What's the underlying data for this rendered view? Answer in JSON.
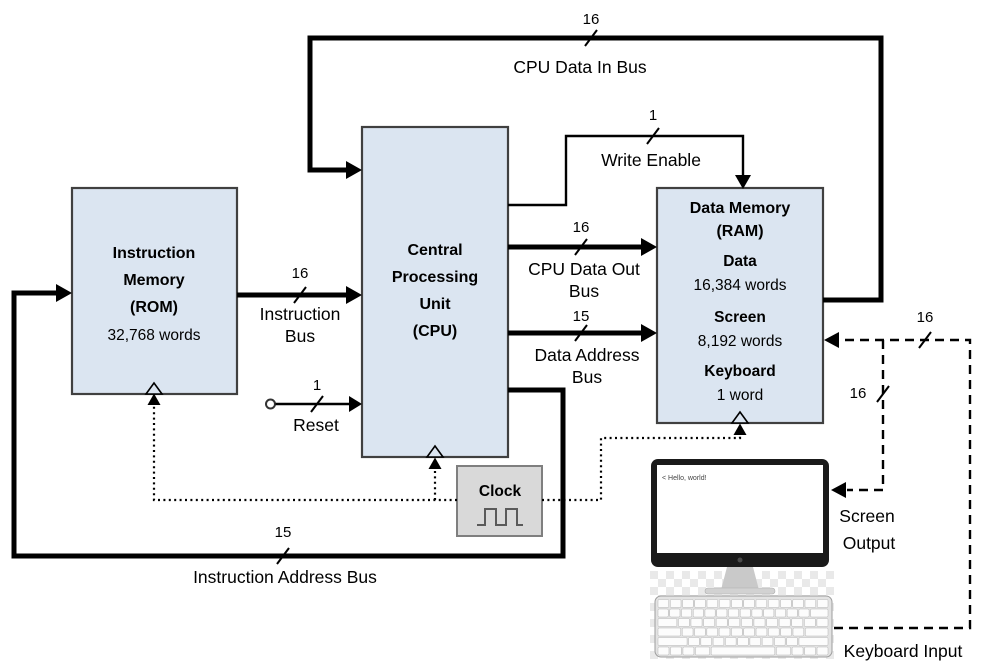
{
  "boxes": {
    "rom": {
      "line1": "Instruction",
      "line2": "Memory",
      "line3": "(ROM)",
      "capacity": "32,768 words"
    },
    "cpu": {
      "line1": "Central",
      "line2": "Processing",
      "line3": "Unit",
      "line4": "(CPU)"
    },
    "ram": {
      "title1": "Data Memory",
      "title2": "(RAM)",
      "data_label": "Data",
      "data_capacity": "16,384 words",
      "screen_label": "Screen",
      "screen_capacity": "8,192 words",
      "keyboard_label": "Keyboard",
      "keyboard_capacity": "1 word"
    },
    "clock": {
      "label": "Clock"
    }
  },
  "buses": {
    "cpu_data_in": {
      "bits": "16",
      "label": "CPU Data In Bus"
    },
    "write_enable": {
      "bits": "1",
      "label": "Write Enable"
    },
    "cpu_data_out": {
      "bits": "16",
      "label1": "CPU Data Out",
      "label2": "Bus"
    },
    "data_address": {
      "bits": "15",
      "label1": "Data Address",
      "label2": "Bus"
    },
    "instruction": {
      "bits": "16",
      "label1": "Instruction",
      "label2": "Bus"
    },
    "reset": {
      "bits": "1",
      "label": "Reset"
    },
    "instruction_address": {
      "bits": "15",
      "label": "Instruction Address  Bus"
    },
    "screen_output": {
      "bits": "16",
      "label1": "Screen",
      "label2": "Output"
    },
    "keyboard_input": {
      "bits": "16",
      "label": "Keyboard Input"
    }
  },
  "peripherals": {
    "screen_text": "< Hello, world!"
  },
  "colors": {
    "box_fill": "#dbe5f1",
    "box_border": "#404040",
    "clock_fill": "#d9d9d9",
    "clock_border": "#7f7f7f",
    "line": "#000000",
    "monitor_frame": "#1a1a1a"
  }
}
